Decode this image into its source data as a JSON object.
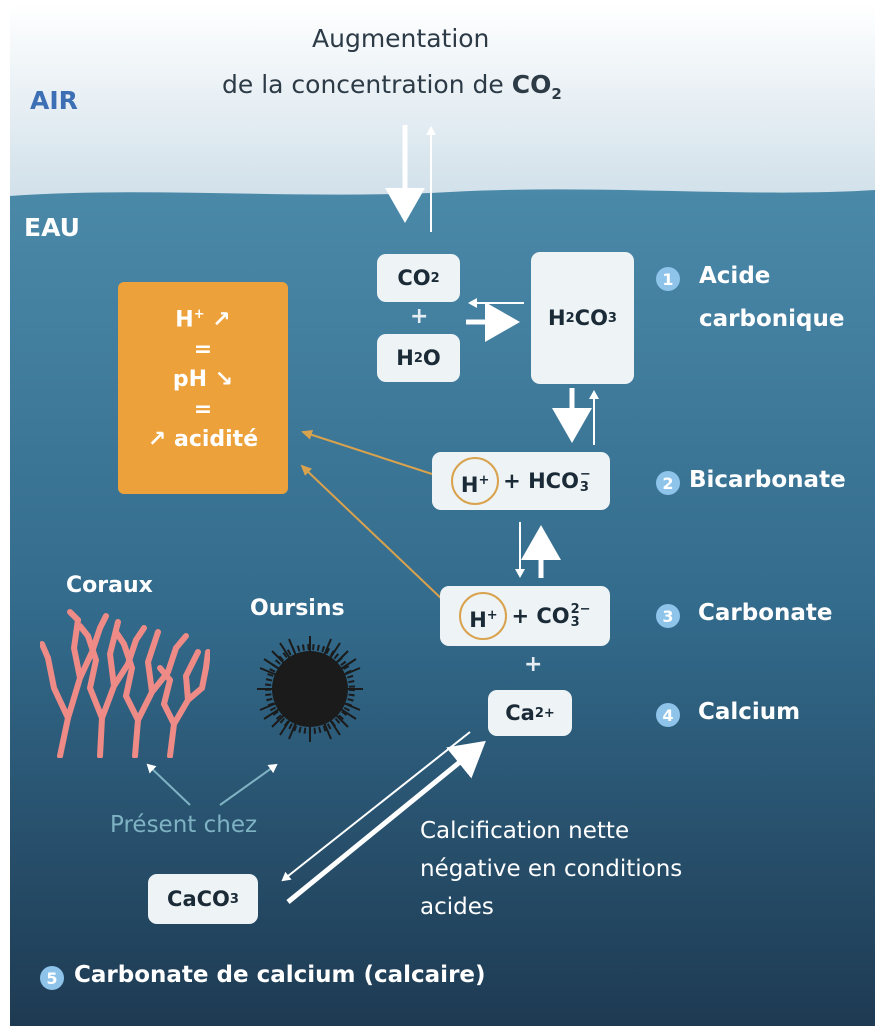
{
  "header": {
    "line1": "Augmentation",
    "line2": "de la concentration de",
    "co2_main": "CO",
    "co2_sub": "2"
  },
  "zones": {
    "air": "AIR",
    "water": "EAU"
  },
  "reaction": {
    "co2": {
      "main": "CO",
      "sub": "2"
    },
    "plus": "+",
    "h2o": {
      "a": "H",
      "sub": "2",
      "b": "O"
    },
    "h2co3": {
      "a": "H",
      "sub1": "2",
      "b": "CO",
      "sub2": "3"
    },
    "bicarb": {
      "h": "H",
      "h_sup": "+",
      "rest": "+ HCO",
      "sup": "−",
      "sub": "3"
    },
    "carb": {
      "h": "H",
      "h_sup": "+",
      "rest": "+ CO",
      "sup": "2−",
      "sub": "3"
    },
    "calcium": {
      "main": "Ca",
      "sup": "2+"
    },
    "caco3": {
      "main": "CaCO",
      "sub": "3"
    }
  },
  "acidity_box": {
    "line1": "H",
    "line1_sup": "+",
    "line1_arrow": "↗",
    "eq1": "=",
    "line2": "pH",
    "line2_arrow": "↘",
    "eq2": "=",
    "line3_arrow": "↗",
    "line3": "acidité"
  },
  "steps": [
    {
      "num": "1",
      "label_line1": "Acide",
      "label_line2": "carbonique"
    },
    {
      "num": "2",
      "label": "Bicarbonate"
    },
    {
      "num": "3",
      "label": "Carbonate"
    },
    {
      "num": "4",
      "label": "Calcium"
    },
    {
      "num": "5",
      "label": "Carbonate de calcium (calcaire)"
    }
  ],
  "organisms": {
    "coraux": "Coraux",
    "oursins": "Oursins",
    "present_chez": "Présent chez"
  },
  "calcification": {
    "line1": "Calcification nette",
    "line2": "négative en conditions",
    "line3": "acides"
  },
  "colors": {
    "sky_top": "#ffffff",
    "sky_bottom": "#cfe0ea",
    "water_top": "#4a88a8",
    "water_bottom": "#1f3c55",
    "acidity_box": "#eda13a",
    "air_label": "#3d6fb4",
    "step_number": "#8ec3ea",
    "coral": "#ee8b86",
    "urchin": "#1b1b1b"
  }
}
